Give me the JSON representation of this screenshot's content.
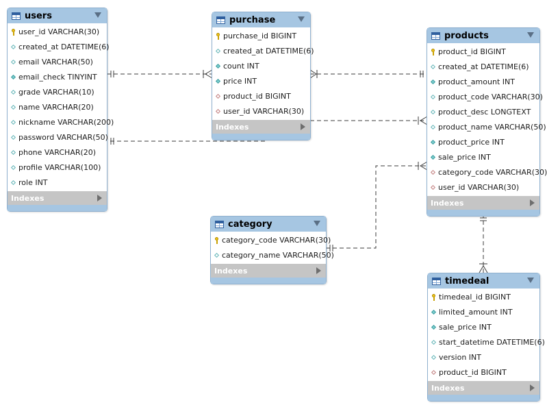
{
  "colors": {
    "header": "#a6c6e2",
    "border": "#8fb0cf",
    "indexes_bar": "#c5c5c5",
    "line": "#3a3a3a"
  },
  "icons": {
    "table": "table-icon",
    "primary_key": "key-icon",
    "not_null": "filled-diamond-icon",
    "nullable": "hollow-diamond-icon",
    "foreign_key": "red-diamond-icon"
  },
  "tables": [
    {
      "id": "users",
      "title": "users",
      "indexes_label": "Indexes",
      "columns": [
        {
          "text": "user_id VARCHAR(30)",
          "icon": "key"
        },
        {
          "text": "created_at DATETIME(6)",
          "icon": "dhollow"
        },
        {
          "text": "email VARCHAR(50)",
          "icon": "dhollow"
        },
        {
          "text": "email_check TINYINT",
          "icon": "dfill"
        },
        {
          "text": "grade VARCHAR(10)",
          "icon": "dhollow"
        },
        {
          "text": "name VARCHAR(20)",
          "icon": "dhollow"
        },
        {
          "text": "nickname VARCHAR(200)",
          "icon": "dhollow"
        },
        {
          "text": "password VARCHAR(50)",
          "icon": "dhollow"
        },
        {
          "text": "phone VARCHAR(20)",
          "icon": "dhollow"
        },
        {
          "text": "profile VARCHAR(100)",
          "icon": "dhollow"
        },
        {
          "text": "role INT",
          "icon": "dhollow"
        }
      ]
    },
    {
      "id": "purchase",
      "title": "purchase",
      "indexes_label": "Indexes",
      "columns": [
        {
          "text": "purchase_id BIGINT",
          "icon": "key"
        },
        {
          "text": "created_at DATETIME(6)",
          "icon": "dhollow"
        },
        {
          "text": "count INT",
          "icon": "dfill"
        },
        {
          "text": "price INT",
          "icon": "dfill"
        },
        {
          "text": "product_id BIGINT",
          "icon": "dfk"
        },
        {
          "text": "user_id VARCHAR(30)",
          "icon": "dfk"
        }
      ]
    },
    {
      "id": "products",
      "title": "products",
      "indexes_label": "Indexes",
      "columns": [
        {
          "text": "product_id BIGINT",
          "icon": "key"
        },
        {
          "text": "created_at DATETIME(6)",
          "icon": "dhollow"
        },
        {
          "text": "product_amount INT",
          "icon": "dfill"
        },
        {
          "text": "product_code VARCHAR(30)",
          "icon": "dhollow"
        },
        {
          "text": "product_desc LONGTEXT",
          "icon": "dhollow"
        },
        {
          "text": "product_name VARCHAR(50)",
          "icon": "dhollow"
        },
        {
          "text": "product_price INT",
          "icon": "dfill"
        },
        {
          "text": "sale_price INT",
          "icon": "dfill"
        },
        {
          "text": "category_code VARCHAR(30)",
          "icon": "dfk"
        },
        {
          "text": "user_id VARCHAR(30)",
          "icon": "dfk"
        }
      ]
    },
    {
      "id": "category",
      "title": "category",
      "indexes_label": "Indexes",
      "columns": [
        {
          "text": "category_code VARCHAR(30)",
          "icon": "key"
        },
        {
          "text": "category_name VARCHAR(50)",
          "icon": "dhollow"
        }
      ]
    },
    {
      "id": "timedeal",
      "title": "timedeal",
      "indexes_label": "Indexes",
      "columns": [
        {
          "text": "timedeal_id BIGINT",
          "icon": "key"
        },
        {
          "text": "limited_amount INT",
          "icon": "dfill"
        },
        {
          "text": "sale_price INT",
          "icon": "dfill"
        },
        {
          "text": "start_datetime DATETIME(6)",
          "icon": "dhollow"
        },
        {
          "text": "version INT",
          "icon": "dhollow"
        },
        {
          "text": "product_id BIGINT",
          "icon": "dfk"
        }
      ]
    }
  ]
}
